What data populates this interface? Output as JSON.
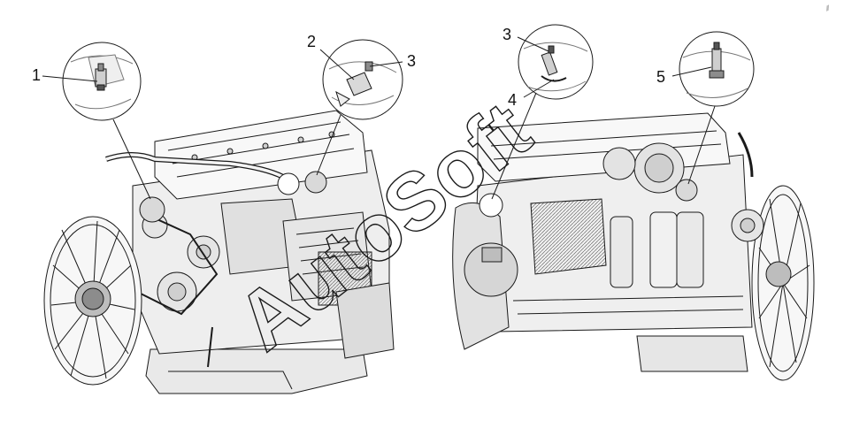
{
  "figure": {
    "callouts": [
      {
        "id": "c1",
        "label": "1"
      },
      {
        "id": "c2",
        "label": "2"
      },
      {
        "id": "c3a",
        "label": "3"
      },
      {
        "id": "c3b",
        "label": "3"
      },
      {
        "id": "c4",
        "label": "4"
      },
      {
        "id": "c5",
        "label": "5"
      }
    ]
  },
  "watermark": {
    "text": "AutoSoft"
  },
  "colors": {
    "line": "#1a1a1a",
    "fill_light": "#f2f2f2",
    "fill_mid": "#d9d9d9",
    "fill_dark": "#8c8c8c",
    "background": "#ffffff"
  }
}
